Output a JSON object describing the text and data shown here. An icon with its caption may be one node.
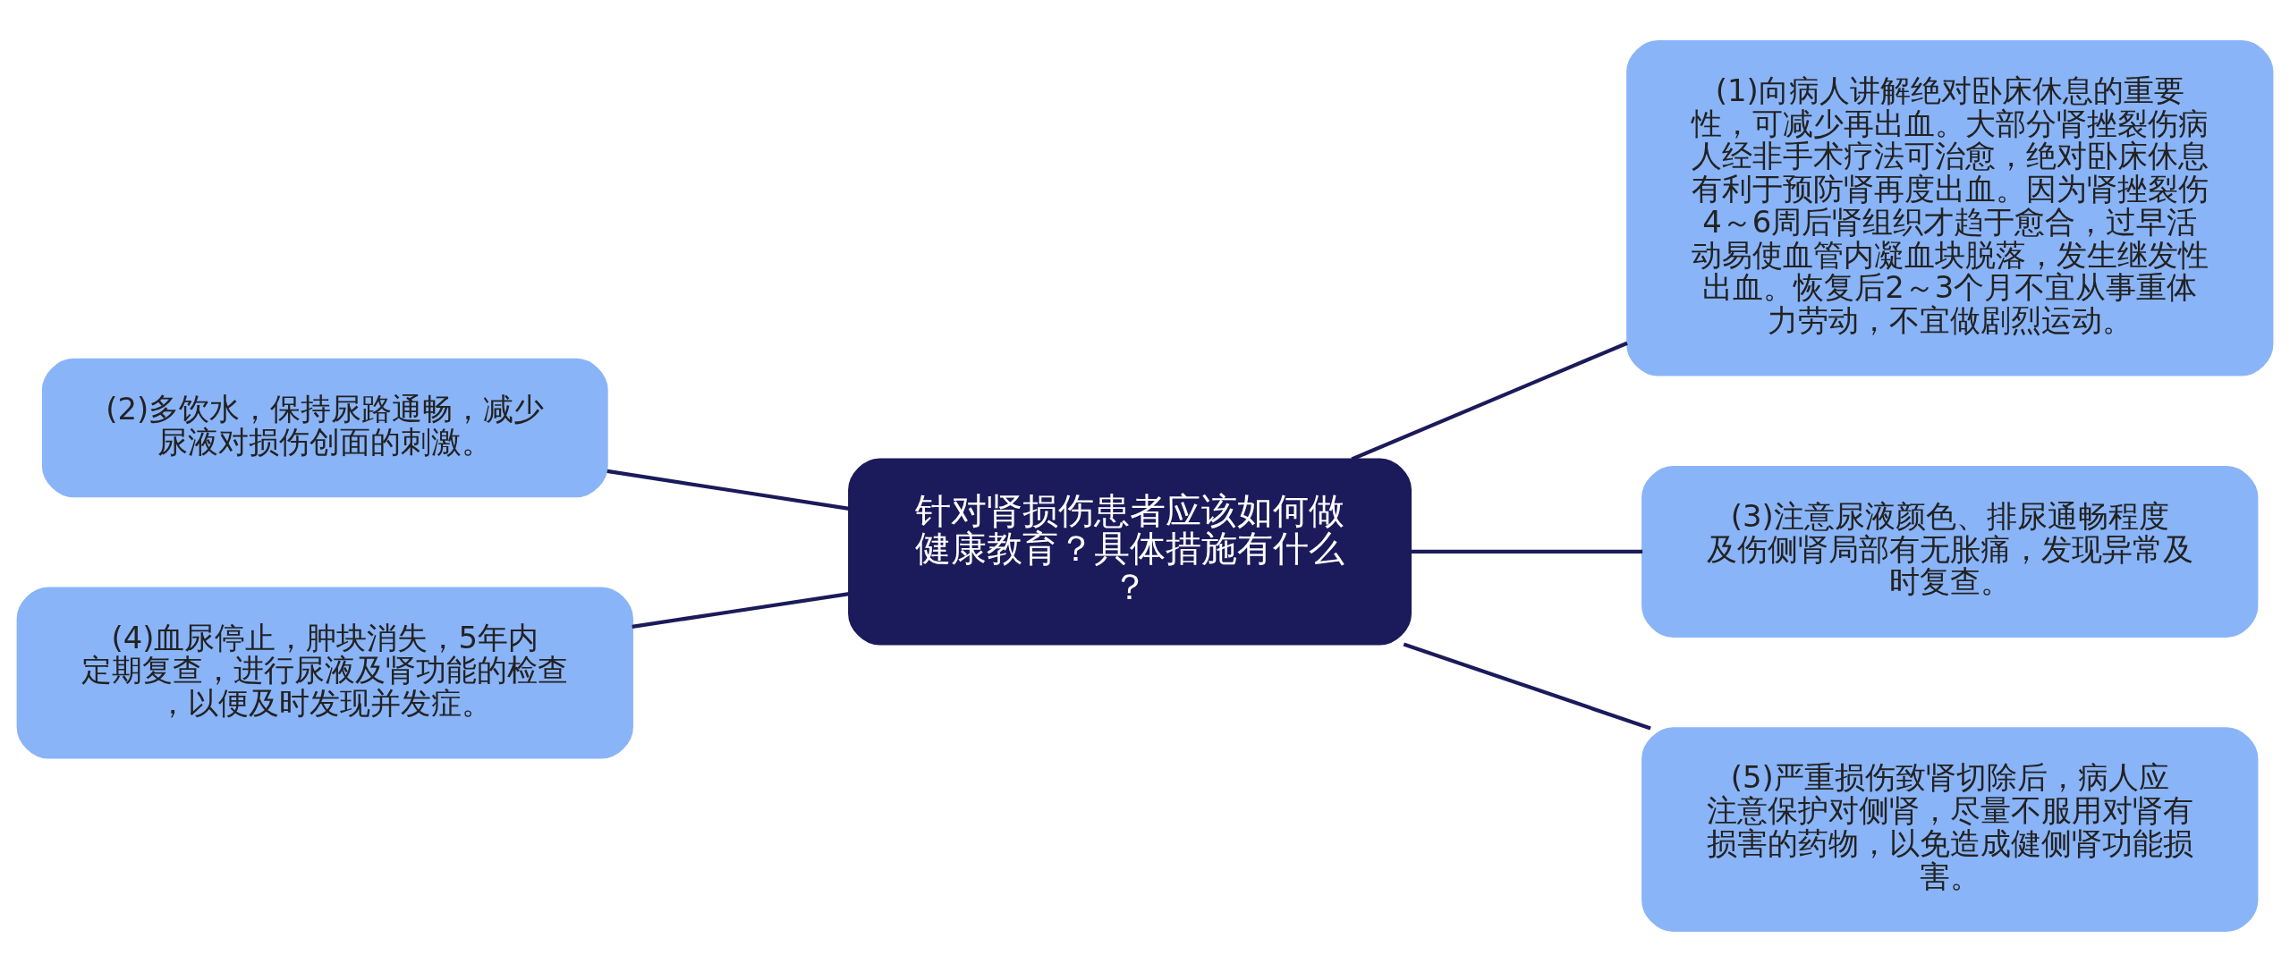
{
  "diagram": {
    "nodes": [
      {
        "text": [
          "针对肾损伤患者应该如何做健康教育？具体措施有什么？"
        ]
      },
      {
        "text": [
          "(1)向病人讲解绝对卧床休息的重要性，可减少再出血。大部分肾挫裂伤病人经非手术疗法可治愈，绝对卧床休息有利于预防肾再度出血。因为肾挫裂伤4～6周后肾组织才趋于愈合，过早活动易使血管内凝血块脱落，发生继发性出血。恢复后2～3个月不宜从事重体力劳动，不宜做剧烈运动。"
        ]
      },
      {
        "text": [
          "(2)多饮水，保持尿路通畅，减少尿液对损伤创面的刺激。"
        ]
      },
      {
        "text": [
          "(3)注意尿液颜色、排尿通畅程度及伤侧肾局部有无胀痛，发现异常及时复查。"
        ]
      },
      {
        "text": [
          "(4)血尿停止，肿块消失，5年内定期复查，进行尿液及肾功能的检查，以便及时发现并发症。"
        ]
      },
      {
        "text": [
          "(5)严重损伤致肾切除后，病人应注意保护对侧肾，尽量不服用对肾有损害的药物，以免造成健侧肾功能损害。"
        ]
      }
    ],
    "edges": [
      {
        "from": 0,
        "to": 1,
        "arrow": "none"
      },
      {
        "from": 0,
        "to": 2,
        "arrow": "none"
      },
      {
        "from": 0,
        "to": 3,
        "arrow": "none"
      },
      {
        "from": 0,
        "to": 4,
        "arrow": "none"
      },
      {
        "from": 0,
        "to": 5,
        "arrow": "none"
      }
    ]
  }
}
